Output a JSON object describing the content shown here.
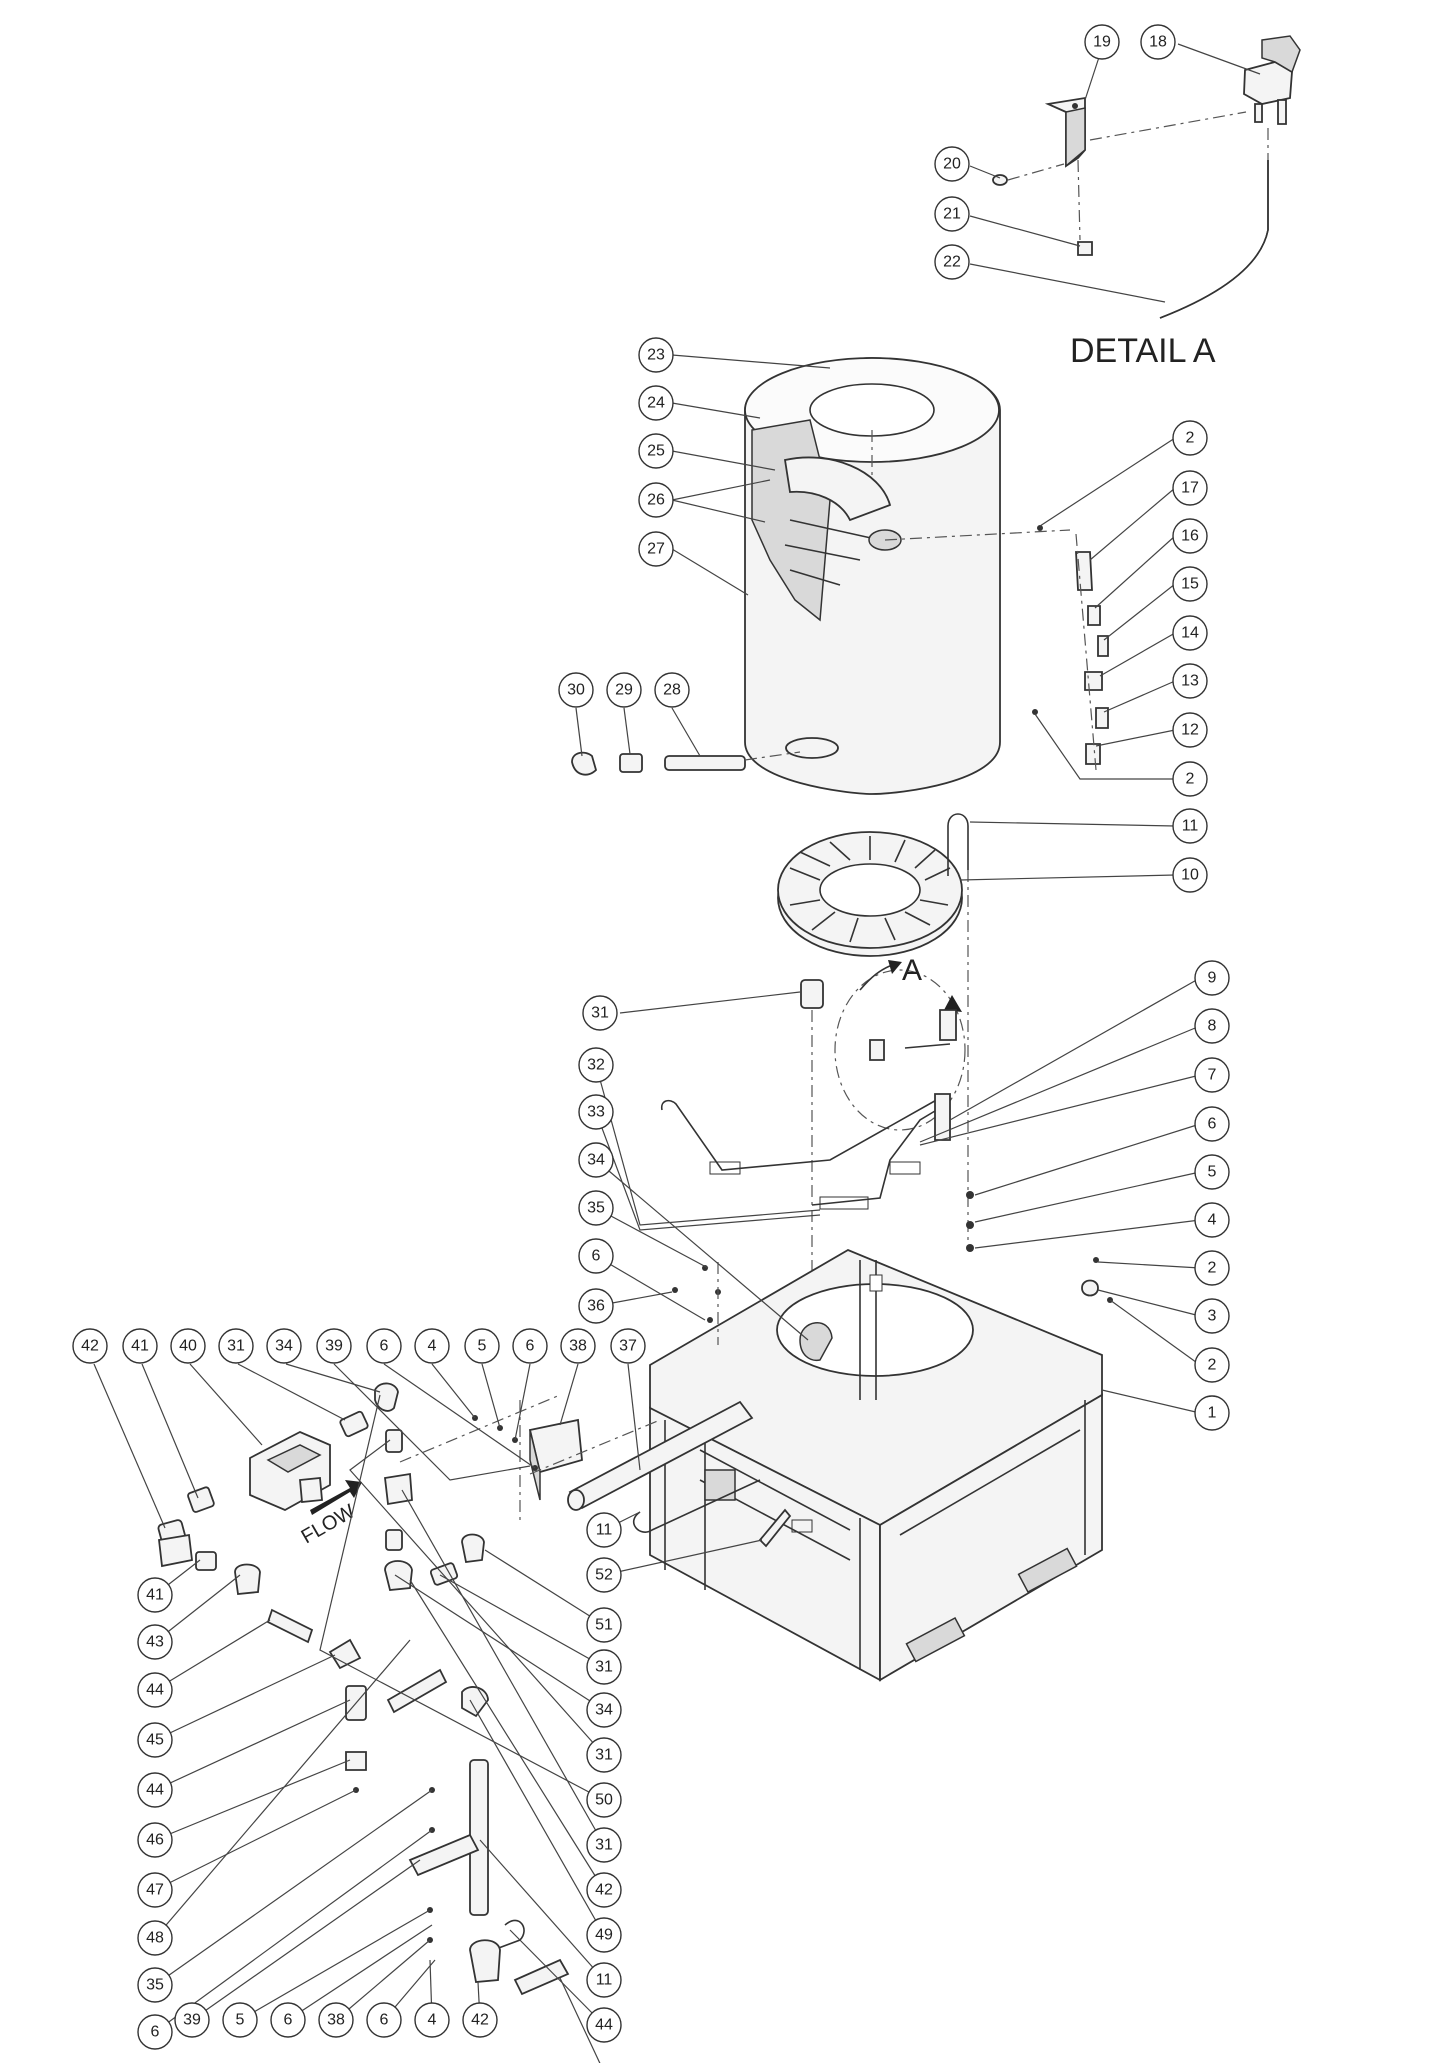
{
  "title": "DETAIL A",
  "detail_marker": "A",
  "flow_label": "FLOW",
  "callouts": [
    {
      "id": "c19",
      "label": "19"
    },
    {
      "id": "c18",
      "label": "18"
    },
    {
      "id": "c20",
      "label": "20"
    },
    {
      "id": "c21",
      "label": "21"
    },
    {
      "id": "c22",
      "label": "22"
    },
    {
      "id": "c23",
      "label": "23"
    },
    {
      "id": "c24",
      "label": "24"
    },
    {
      "id": "c25",
      "label": "25"
    },
    {
      "id": "c26",
      "label": "26"
    },
    {
      "id": "c27",
      "label": "27"
    },
    {
      "id": "c2a",
      "label": "2"
    },
    {
      "id": "c17",
      "label": "17"
    },
    {
      "id": "c16",
      "label": "16"
    },
    {
      "id": "c15",
      "label": "15"
    },
    {
      "id": "c14",
      "label": "14"
    },
    {
      "id": "c13",
      "label": "13"
    },
    {
      "id": "c12",
      "label": "12"
    },
    {
      "id": "c2b",
      "label": "2"
    },
    {
      "id": "c30",
      "label": "30"
    },
    {
      "id": "c29",
      "label": "29"
    },
    {
      "id": "c28",
      "label": "28"
    },
    {
      "id": "c11a",
      "label": "11"
    },
    {
      "id": "c10",
      "label": "10"
    },
    {
      "id": "c31a",
      "label": "31"
    },
    {
      "id": "c9",
      "label": "9"
    },
    {
      "id": "c8",
      "label": "8"
    },
    {
      "id": "c7",
      "label": "7"
    },
    {
      "id": "c32",
      "label": "32"
    },
    {
      "id": "c33",
      "label": "33"
    },
    {
      "id": "c6a",
      "label": "6"
    },
    {
      "id": "c5a",
      "label": "5"
    },
    {
      "id": "c34a",
      "label": "34"
    },
    {
      "id": "c4a",
      "label": "4"
    },
    {
      "id": "c35a",
      "label": "35"
    },
    {
      "id": "c6b",
      "label": "6"
    },
    {
      "id": "c2c",
      "label": "2"
    },
    {
      "id": "c36",
      "label": "36"
    },
    {
      "id": "c3",
      "label": "3"
    },
    {
      "id": "c2d",
      "label": "2"
    },
    {
      "id": "c1",
      "label": "1"
    },
    {
      "id": "c42a",
      "label": "42"
    },
    {
      "id": "c41a",
      "label": "41"
    },
    {
      "id": "c40",
      "label": "40"
    },
    {
      "id": "c31b",
      "label": "31"
    },
    {
      "id": "c34b",
      "label": "34"
    },
    {
      "id": "c39a",
      "label": "39"
    },
    {
      "id": "c6c",
      "label": "6"
    },
    {
      "id": "c4b",
      "label": "4"
    },
    {
      "id": "c5b",
      "label": "5"
    },
    {
      "id": "c6d",
      "label": "6"
    },
    {
      "id": "c38a",
      "label": "38"
    },
    {
      "id": "c37",
      "label": "37"
    },
    {
      "id": "c11b",
      "label": "11"
    },
    {
      "id": "c52",
      "label": "52"
    },
    {
      "id": "c51",
      "label": "51"
    },
    {
      "id": "c31c",
      "label": "31"
    },
    {
      "id": "c34c",
      "label": "34"
    },
    {
      "id": "c31d",
      "label": "31"
    },
    {
      "id": "c50",
      "label": "50"
    },
    {
      "id": "c31e",
      "label": "31"
    },
    {
      "id": "c42b",
      "label": "42"
    },
    {
      "id": "c49",
      "label": "49"
    },
    {
      "id": "c11c",
      "label": "11"
    },
    {
      "id": "c44a",
      "label": "44"
    },
    {
      "id": "c41b",
      "label": "41"
    },
    {
      "id": "c43",
      "label": "43"
    },
    {
      "id": "c44b",
      "label": "44"
    },
    {
      "id": "c45",
      "label": "45"
    },
    {
      "id": "c44c",
      "label": "44"
    },
    {
      "id": "c46",
      "label": "46"
    },
    {
      "id": "c47",
      "label": "47"
    },
    {
      "id": "c48",
      "label": "48"
    },
    {
      "id": "c35b",
      "label": "35"
    },
    {
      "id": "c6e",
      "label": "6"
    },
    {
      "id": "c39b",
      "label": "39"
    },
    {
      "id": "c5c",
      "label": "5"
    },
    {
      "id": "c6f",
      "label": "6"
    },
    {
      "id": "c38b",
      "label": "38"
    },
    {
      "id": "c6g",
      "label": "6"
    },
    {
      "id": "c4c",
      "label": "4"
    },
    {
      "id": "c42c",
      "label": "42"
    }
  ]
}
